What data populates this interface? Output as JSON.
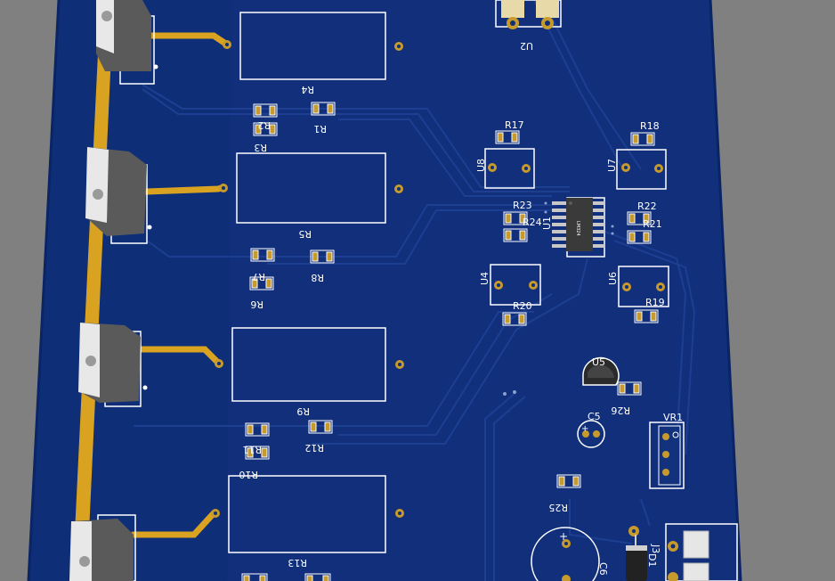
{
  "colors": {
    "background": "#808080",
    "board": "#0f2e78",
    "board_edge": "#0a2566",
    "copper_trace": "#1c3f91",
    "silkscreen": "#ffffff",
    "pad_gold": "#c79a2c",
    "heatsink_bar": "#d9a321",
    "transistor_body": "#5a5a5a",
    "transistor_tab": "#e8e8e8"
  },
  "labels": {
    "u2": "U2",
    "r4": "R4",
    "r1": "R1",
    "r2": "R2",
    "r3": "R3",
    "r17": "R17",
    "r18": "R18",
    "u8": "U8",
    "u7": "U7",
    "r5": "R5",
    "r7": "R7",
    "r8": "R8",
    "r6": "R6",
    "r23": "R23",
    "r24": "R24",
    "u1": "U1",
    "r22": "R22",
    "r21": "R21",
    "u4": "U4",
    "u6": "U6",
    "r20": "R20",
    "r19": "R19",
    "r9": "R9",
    "r11": "R11",
    "r12": "R12",
    "r10": "R10",
    "u5": "U5",
    "r26": "R26",
    "c5": "C5",
    "vr1": "VR1",
    "r13": "R13",
    "r25": "R25",
    "c6": "C6",
    "d1": "D1",
    "j3": "J3",
    "ic_marking": "LM324"
  }
}
